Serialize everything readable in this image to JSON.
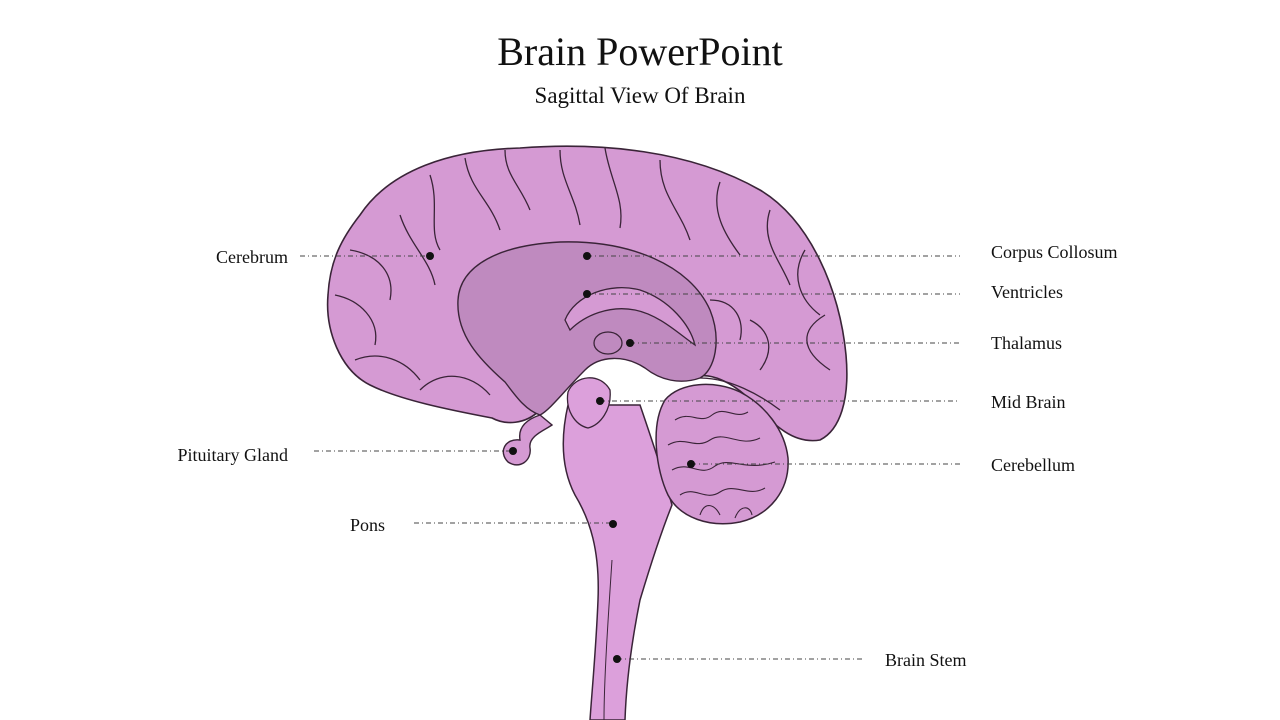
{
  "slide": {
    "title": "Brain PowerPoint",
    "subtitle": "Sagittal View Of Brain"
  },
  "colors": {
    "cerebrum_fill": "#d59ad3",
    "inner_fill": "#bf8abf",
    "stem_fill": "#dca0db",
    "outline": "#3a2438",
    "leader_line": "#444444",
    "marker": "#111111"
  },
  "labels": {
    "cerebrum": "Cerebrum",
    "pituitary_gland": "Pituitary Gland",
    "pons": "Pons",
    "corpus_collosum": "Corpus Collosum",
    "ventricles": "Ventricles",
    "thalamus": "Thalamus",
    "mid_brain": "Mid Brain",
    "cerebellum": "Cerebellum",
    "brain_stem": "Brain Stem"
  }
}
